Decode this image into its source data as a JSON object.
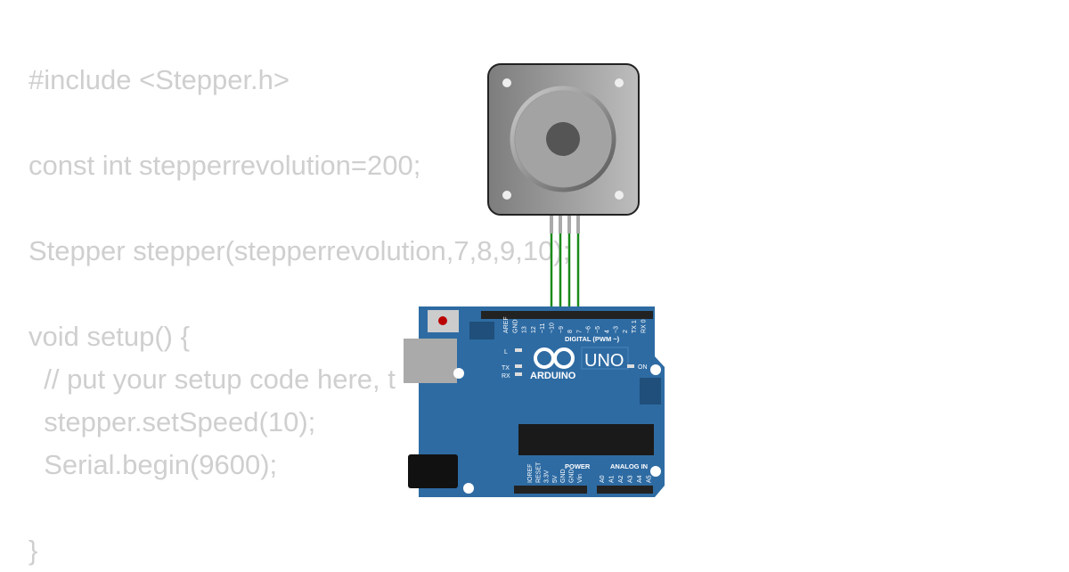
{
  "code_lines": [
    "#include <Stepper.h>",
    "",
    "const int stepperrevolution=200;",
    "",
    "Stepper stepper(stepperrevolution,7,8,9,10);",
    "",
    "void setup() {",
    "  // put your setup code here, t",
    "  stepper.setSpeed(10);",
    "  Serial.begin(9600);",
    "",
    "}"
  ],
  "board": {
    "brand": "ARDUINO",
    "model": "UNO",
    "digital_label": "DIGITAL (PWM ~)",
    "power_label": "POWER",
    "analog_label": "ANALOG IN",
    "led_labels": [
      "L",
      "TX",
      "RX",
      "ON"
    ],
    "top_pins": [
      "AREF",
      "GND",
      "13",
      "12",
      "~11",
      "~10",
      "~9",
      "8",
      "7",
      "~6",
      "~5",
      "4",
      "~3",
      "2",
      "TX 1",
      "RX 0"
    ],
    "power_pins": [
      "IOREF",
      "RESET",
      "3.3V",
      "5V",
      "GND",
      "GND",
      "Vin"
    ],
    "analog_pins": [
      "A0",
      "A1",
      "A2",
      "A3",
      "A4",
      "A5"
    ],
    "color": "#2e6ba3"
  },
  "wire_color": "#1a8a1a",
  "motor": {
    "color": "#9a9a9a"
  }
}
